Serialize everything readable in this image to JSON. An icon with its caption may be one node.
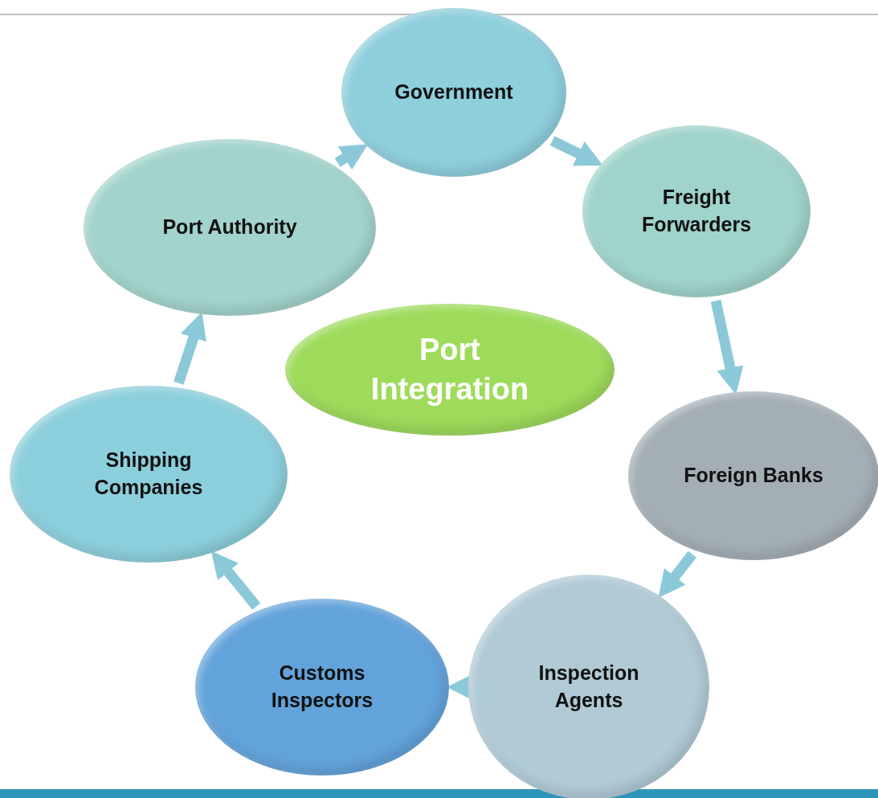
{
  "diagram": {
    "nodes": [
      {
        "text": [
          "Government"
        ]
      },
      {
        "text": [
          "Freight Forwarders"
        ]
      },
      {
        "text": [
          "Foreign Banks"
        ]
      },
      {
        "text": [
          "Inspection Agents"
        ]
      },
      {
        "text": [
          "Customs Inspectors"
        ]
      },
      {
        "text": [
          "Shipping Companies"
        ]
      },
      {
        "text": [
          "Port Authority"
        ]
      },
      {
        "text": [
          "Port Integration"
        ]
      }
    ],
    "edges": [
      {
        "from": 0,
        "to": 1,
        "arrow": "to"
      },
      {
        "from": 1,
        "to": 2,
        "arrow": "to"
      },
      {
        "from": 2,
        "to": 3,
        "arrow": "to"
      },
      {
        "from": 3,
        "to": 4,
        "arrow": "to"
      },
      {
        "from": 4,
        "to": 5,
        "arrow": "to"
      },
      {
        "from": 5,
        "to": 6,
        "arrow": "to"
      },
      {
        "from": 6,
        "to": 0,
        "arrow": "to"
      }
    ]
  }
}
